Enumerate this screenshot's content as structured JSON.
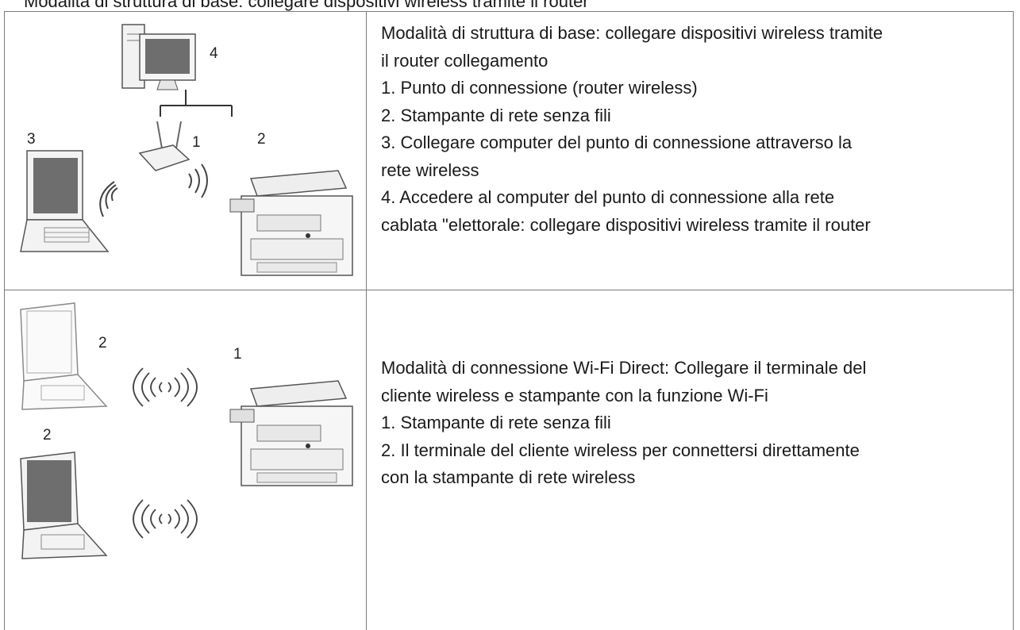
{
  "header_cut_text": "Modalità di struttura di base: collegare dispositivi wireless tramite il router",
  "rows": [
    {
      "labels": [
        "4",
        "3",
        "1",
        "2"
      ],
      "lines": [
        "Modalità di struttura di base: collegare dispositivi wireless tramite",
        "il router collegamento",
        "1. Punto di connessione (router wireless)",
        "2. Stampante di rete senza fili",
        "3. Collegare computer del punto di connessione attraverso la",
        "rete wireless",
        "4. Accedere al computer del punto di connessione alla rete",
        "cablata \"elettorale: collegare dispositivi wireless tramite il router"
      ]
    },
    {
      "labels": [
        "2",
        "1",
        "2"
      ],
      "lines": [
        "Modalità di connessione Wi-Fi Direct: Collegare il terminale del",
        "cliente wireless e stampante con la funzione Wi-Fi",
        "1. Stampante di rete senza fili",
        "2. Il terminale del cliente wireless per connettersi direttamente",
        "con la stampante di rete wireless"
      ]
    }
  ]
}
